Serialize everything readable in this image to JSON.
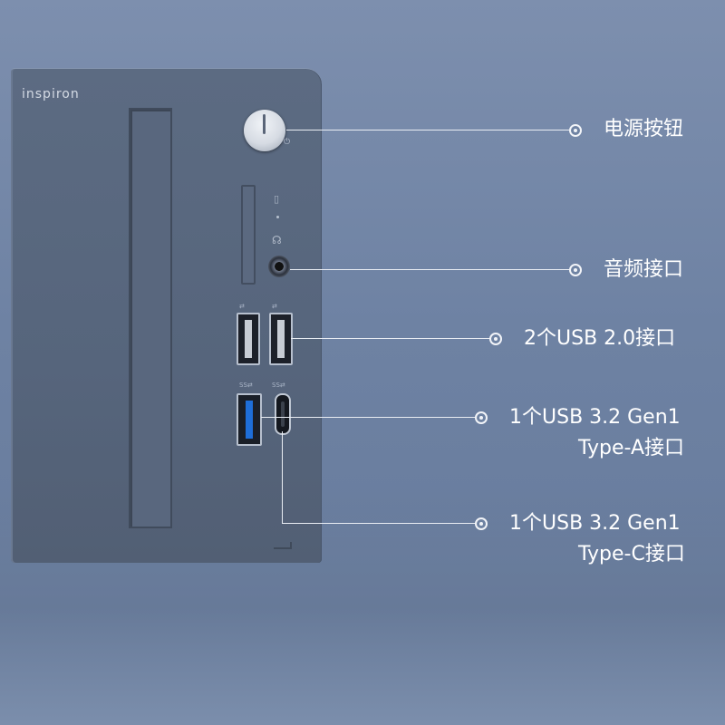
{
  "product": {
    "brand": "inspiron"
  },
  "icons": {
    "power": "power-symbol-icon",
    "led": "storage-led-icon",
    "headset": "headset-icon",
    "usb": "usb-symbol-icon"
  },
  "port_labels": {
    "usb2_left": "⇄",
    "usb2_right": "⇄",
    "usb3_left": "SS⇄",
    "usb3_right": "SS⇄"
  },
  "callouts": [
    {
      "id": "power-button",
      "lines": [
        "电源按钮"
      ]
    },
    {
      "id": "audio-jack",
      "lines": [
        "音频接口"
      ]
    },
    {
      "id": "usb-2",
      "lines": [
        "2个USB 2.0接口"
      ]
    },
    {
      "id": "usb-3-type-a",
      "lines": [
        "1个USB 3.2 Gen1",
        "Type-A接口"
      ]
    },
    {
      "id": "usb-3-type-c",
      "lines": [
        "1个USB 3.2 Gen1",
        "Type-C接口"
      ]
    }
  ],
  "colors": {
    "background": "#7083a4",
    "panel": "#56657c",
    "usb3_accent": "#1e6ed8",
    "callout": "#ffffff"
  }
}
